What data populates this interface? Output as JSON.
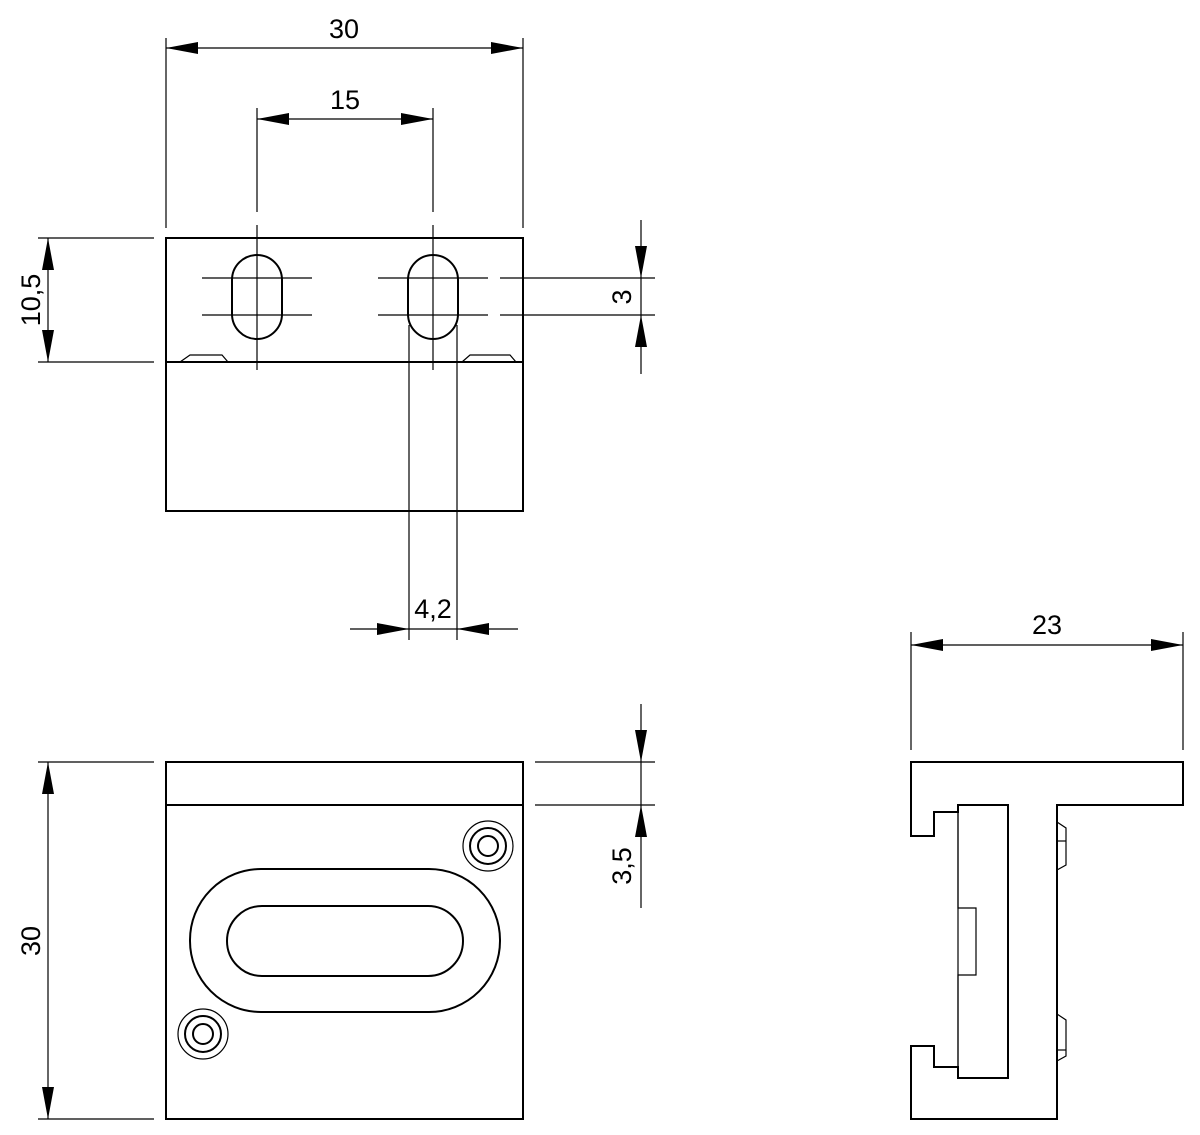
{
  "dimensions": {
    "top_width": "30",
    "hole_spacing": "15",
    "top_height": "10,5",
    "slot_length": "3",
    "slot_width": "4,2",
    "side_width": "23",
    "front_height": "30",
    "front_offset": "3,5"
  }
}
